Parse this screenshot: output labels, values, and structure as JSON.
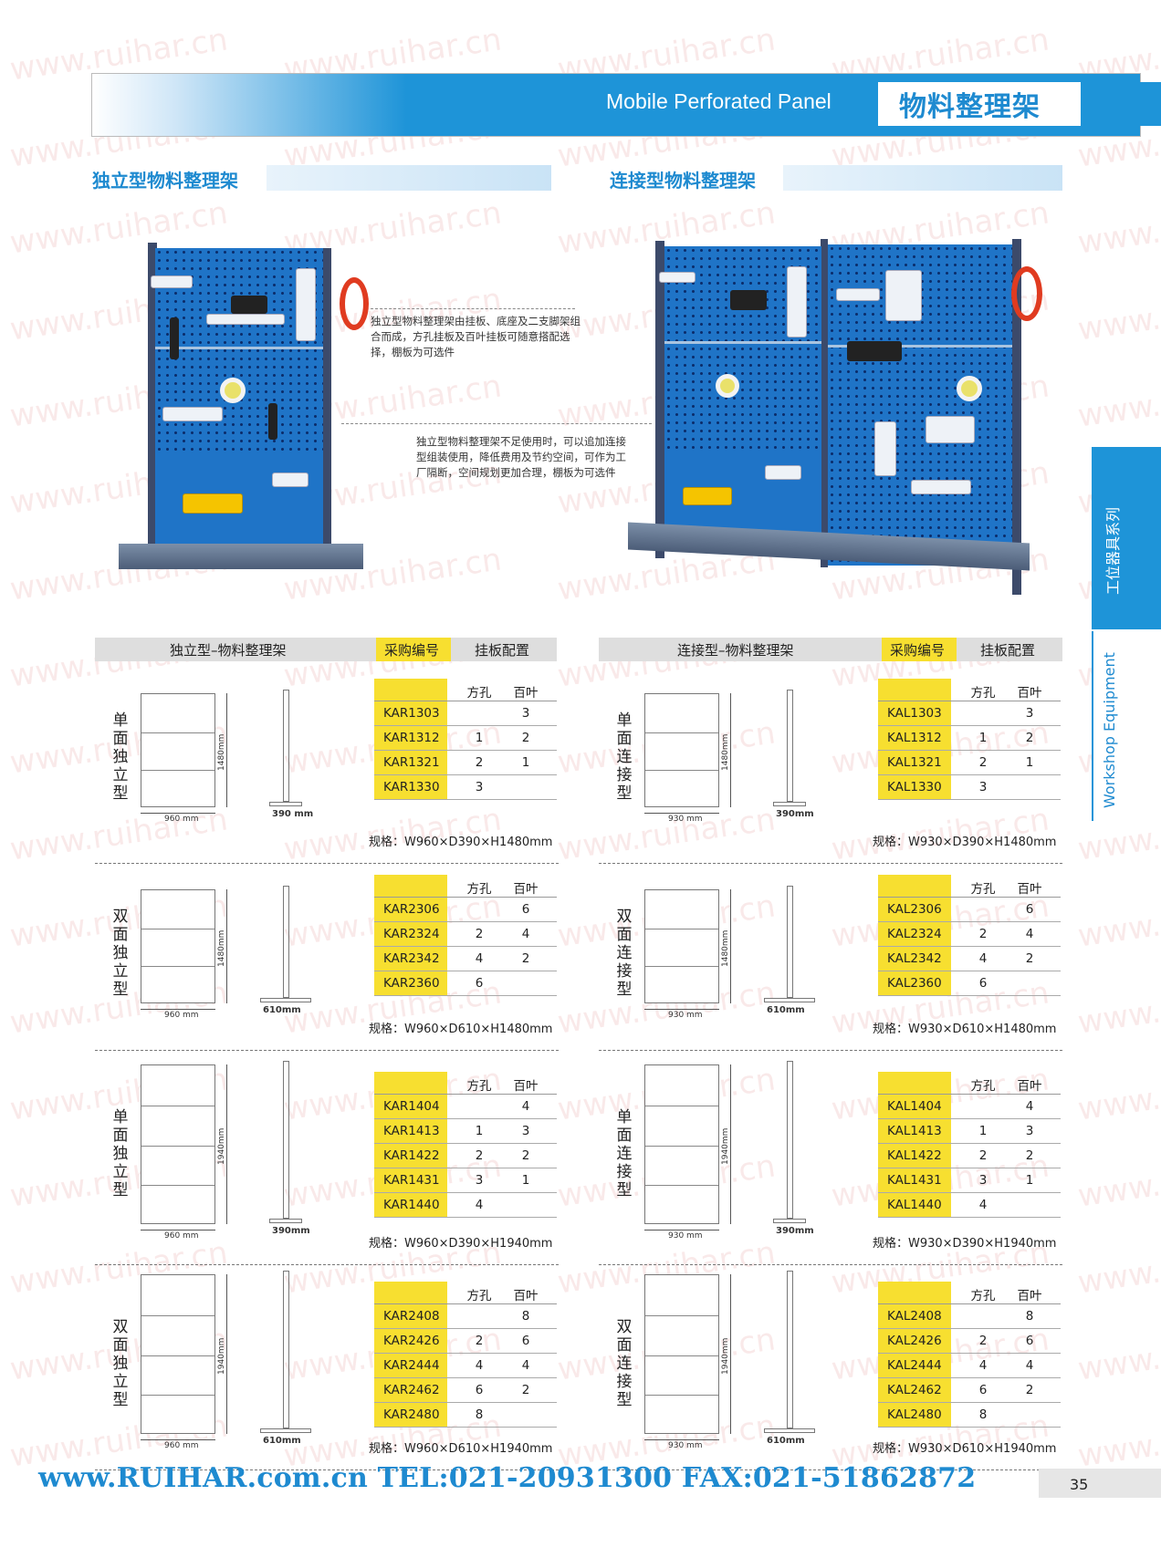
{
  "watermark": "www.ruihar.cn",
  "header": {
    "english": "Mobile Perforated Panel",
    "chinese": "物料整理架"
  },
  "sections": {
    "standalone_title": "独立型物料整理架",
    "linked_title": "连接型物料整理架"
  },
  "notes": {
    "note1": "独立型物料整理架由挂板、底座及二支脚架组合而成，方孔挂板及百叶挂板可随意搭配选择，棚板为可选件",
    "note2": "独立型物料整理架不足使用时，可以追加连接型组装使用，降低费用及节约空间，可作为工厂隔断，空间规划更加合理，棚板为可选件"
  },
  "left_table": {
    "title": "独立型–物料整理架",
    "code_header": "采购编号",
    "config_header": "挂板配置"
  },
  "right_table": {
    "title": "连接型–物料整理架",
    "code_header": "采购编号",
    "config_header": "挂板配置"
  },
  "col_labels": {
    "square": "方孔",
    "louver": "百叶"
  },
  "left_blocks": [
    {
      "label": "单面独立型",
      "width_dim": "960 mm",
      "height_dim": "1480mm",
      "depth_dim": "390 mm",
      "rows": [
        {
          "code": "KAR1303",
          "square": "",
          "louver": "3"
        },
        {
          "code": "KAR1312",
          "square": "1",
          "louver": "2"
        },
        {
          "code": "KAR1321",
          "square": "2",
          "louver": "1"
        },
        {
          "code": "KAR1330",
          "square": "3",
          "louver": ""
        }
      ],
      "spec": "规格：W960×D390×H1480mm"
    },
    {
      "label": "双面独立型",
      "width_dim": "960 mm",
      "height_dim": "1480mm",
      "depth_dim": "610mm",
      "rows": [
        {
          "code": "KAR2306",
          "square": "",
          "louver": "6"
        },
        {
          "code": "KAR2324",
          "square": "2",
          "louver": "4"
        },
        {
          "code": "KAR2342",
          "square": "4",
          "louver": "2"
        },
        {
          "code": "KAR2360",
          "square": "6",
          "louver": ""
        }
      ],
      "spec": "规格：W960×D610×H1480mm"
    },
    {
      "label": "单面独立型",
      "width_dim": "960 mm",
      "height_dim": "1940mm",
      "depth_dim": "390mm",
      "rows": [
        {
          "code": "KAR1404",
          "square": "",
          "louver": "4"
        },
        {
          "code": "KAR1413",
          "square": "1",
          "louver": "3"
        },
        {
          "code": "KAR1422",
          "square": "2",
          "louver": "2"
        },
        {
          "code": "KAR1431",
          "square": "3",
          "louver": "1"
        },
        {
          "code": "KAR1440",
          "square": "4",
          "louver": ""
        }
      ],
      "spec": "规格：W960×D390×H1940mm"
    },
    {
      "label": "双面独立型",
      "width_dim": "960 mm",
      "height_dim": "1940mm",
      "depth_dim": "610mm",
      "rows": [
        {
          "code": "KAR2408",
          "square": "",
          "louver": "8"
        },
        {
          "code": "KAR2426",
          "square": "2",
          "louver": "6"
        },
        {
          "code": "KAR2444",
          "square": "4",
          "louver": "4"
        },
        {
          "code": "KAR2462",
          "square": "6",
          "louver": "2"
        },
        {
          "code": "KAR2480",
          "square": "8",
          "louver": ""
        }
      ],
      "spec": "规格：W960×D610×H1940mm"
    }
  ],
  "right_blocks": [
    {
      "label": "单面连接型",
      "width_dim": "930 mm",
      "height_dim": "1480mm",
      "depth_dim": "390mm",
      "rows": [
        {
          "code": "KAL1303",
          "square": "",
          "louver": "3"
        },
        {
          "code": "KAL1312",
          "square": "1",
          "louver": "2"
        },
        {
          "code": "KAL1321",
          "square": "2",
          "louver": "1"
        },
        {
          "code": "KAL1330",
          "square": "3",
          "louver": ""
        }
      ],
      "spec": "规格：W930×D390×H1480mm"
    },
    {
      "label": "双面连接型",
      "width_dim": "930 mm",
      "height_dim": "1480mm",
      "depth_dim": "610mm",
      "rows": [
        {
          "code": "KAL2306",
          "square": "",
          "louver": "6"
        },
        {
          "code": "KAL2324",
          "square": "2",
          "louver": "4"
        },
        {
          "code": "KAL2342",
          "square": "4",
          "louver": "2"
        },
        {
          "code": "KAL2360",
          "square": "6",
          "louver": ""
        }
      ],
      "spec": "规格：W930×D610×H1480mm"
    },
    {
      "label": "单面连接型",
      "width_dim": "930 mm",
      "height_dim": "1940mm",
      "depth_dim": "390mm",
      "rows": [
        {
          "code": "KAL1404",
          "square": "",
          "louver": "4"
        },
        {
          "code": "KAL1413",
          "square": "1",
          "louver": "3"
        },
        {
          "code": "KAL1422",
          "square": "2",
          "louver": "2"
        },
        {
          "code": "KAL1431",
          "square": "3",
          "louver": "1"
        },
        {
          "code": "KAL1440",
          "square": "4",
          "louver": ""
        }
      ],
      "spec": "规格：W930×D390×H1940mm"
    },
    {
      "label": "双面连接型",
      "width_dim": "930 mm",
      "height_dim": "1940mm",
      "depth_dim": "610mm",
      "rows": [
        {
          "code": "KAL2408",
          "square": "",
          "louver": "8"
        },
        {
          "code": "KAL2426",
          "square": "2",
          "louver": "6"
        },
        {
          "code": "KAL2444",
          "square": "4",
          "louver": "4"
        },
        {
          "code": "KAL2462",
          "square": "6",
          "louver": "2"
        },
        {
          "code": "KAL2480",
          "square": "8",
          "louver": ""
        }
      ],
      "spec": "规格：W930×D610×H1940mm"
    }
  ],
  "side_tabs": {
    "cn": "工位器具系列",
    "en": "Workshop Equipment"
  },
  "footer": {
    "contact": "www.RUIHAR.com.cn  TEL:021-20931300  FAX:021-51862872",
    "page": "35"
  },
  "colors": {
    "brand_blue": "#1e94d8",
    "panel_blue": "#1f74c7",
    "highlight_yellow": "#f7df30"
  }
}
